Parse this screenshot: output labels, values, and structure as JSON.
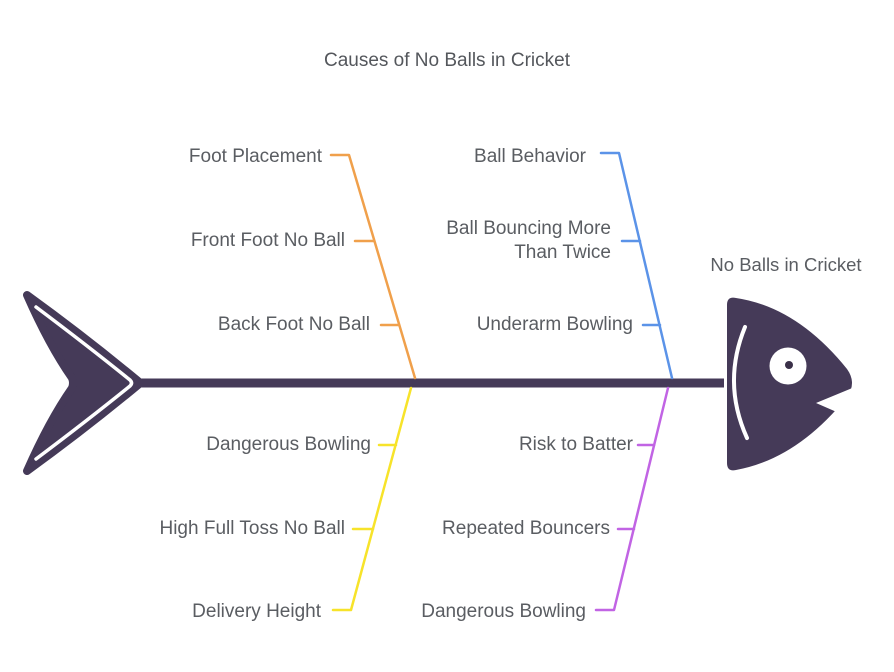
{
  "title": "Causes of No Balls in Cricket",
  "effect_label": "No Balls in Cricket",
  "colors": {
    "body": "#453A58",
    "pupil": "#3A3048",
    "text": "#5A5D62",
    "branch_top_left": "#F0A04B",
    "branch_top_right": "#5B93E8",
    "branch_bottom_left": "#F7E32A",
    "branch_bottom_right": "#C164E4"
  },
  "branches": {
    "top_left": {
      "category": "Foot Placement",
      "causes": [
        "Front Foot No Ball",
        "Back Foot No Ball"
      ]
    },
    "top_right": {
      "category": "Ball Behavior",
      "causes": [
        "Ball Bouncing More Than Twice",
        "Underarm Bowling"
      ]
    },
    "bottom_left": {
      "category": "Delivery Height",
      "causes": [
        "Dangerous Bowling",
        "High Full Toss No Ball"
      ]
    },
    "bottom_right": {
      "category": "Dangerous Bowling",
      "causes": [
        "Risk to Batter",
        "Repeated Bouncers"
      ]
    }
  }
}
